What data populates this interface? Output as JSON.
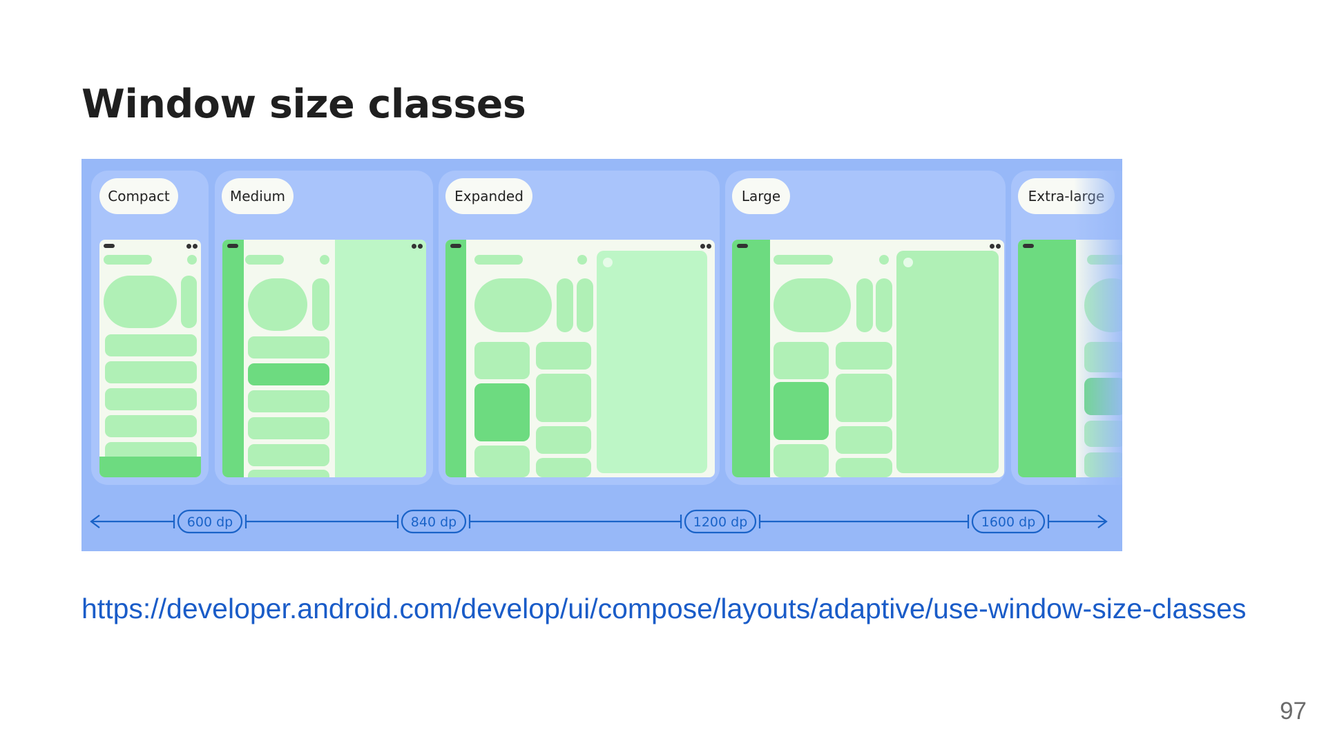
{
  "slide": {
    "title": "Window size classes",
    "link_text": "https://developer.android.com/develop/ui/compose/layouts/adaptive/use-window-size-classes",
    "page_number": "97"
  },
  "figure": {
    "classes": [
      {
        "label": "Compact"
      },
      {
        "label": "Medium"
      },
      {
        "label": "Expanded"
      },
      {
        "label": "Large"
      },
      {
        "label": "Extra-large"
      }
    ],
    "breakpoints": [
      "600 dp",
      "840 dp",
      "1200 dp",
      "1600 dp"
    ],
    "colors": {
      "background": "#97b8f8",
      "panel": "#a9c4fb",
      "rail": "#6ddb80",
      "content": "#b0f0b6",
      "pane": "#bdf6c6",
      "ruler": "#1a63c8"
    }
  }
}
